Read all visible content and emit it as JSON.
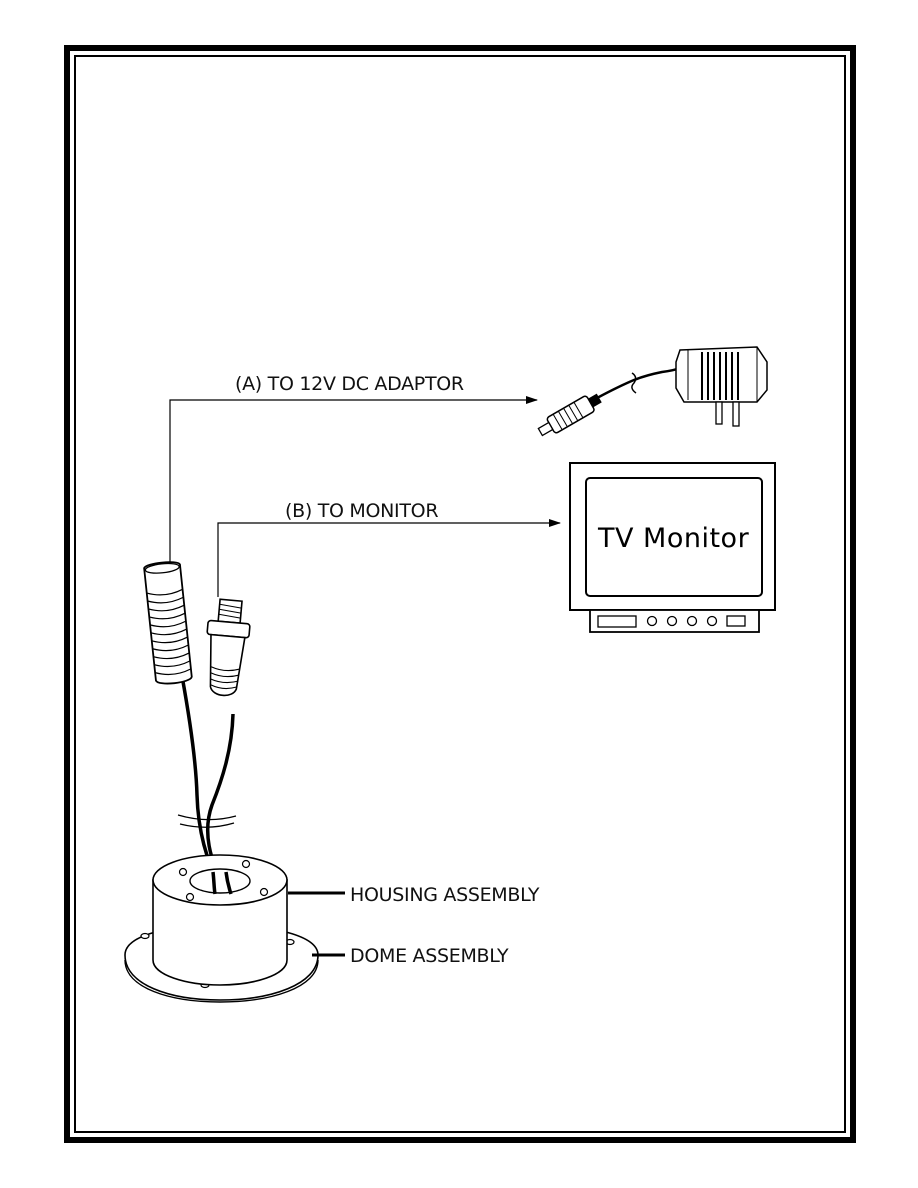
{
  "labels": {
    "adaptor": "(A) TO 12V DC ADAPTOR",
    "monitor": "(B) TO MONITOR",
    "tv": "TV Monitor",
    "housing": "HOUSING ASSEMBLY",
    "dome": "DOME ASSEMBLY"
  }
}
